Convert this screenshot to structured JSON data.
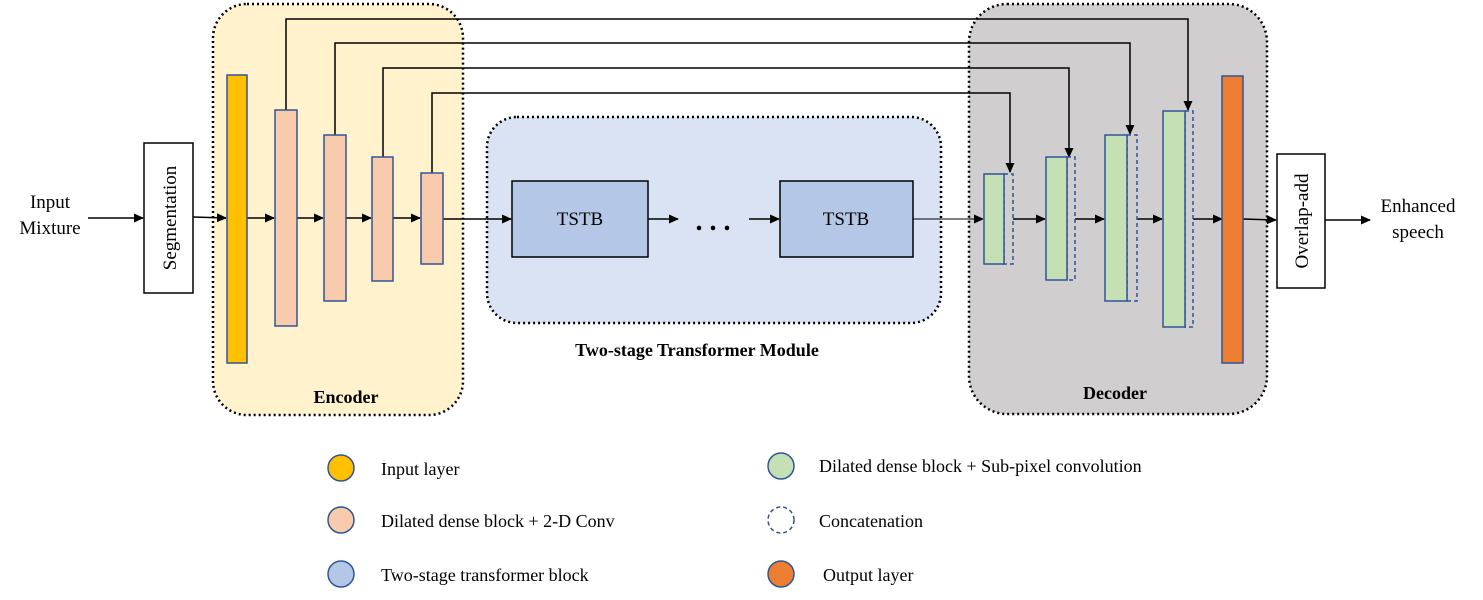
{
  "input_label_1": "Input",
  "input_label_2": "Mixture",
  "segmentation": "Segmentation",
  "encoder": "Encoder",
  "decoder": "Decoder",
  "module_title": "Two-stage Transformer Module",
  "tstb_first": "TSTB",
  "tstb_last": "TSTB",
  "ellipsis": ". . .",
  "overlap_add": "Overlap-add",
  "output_label_1": "Enhanced",
  "output_label_2": "speech",
  "colors": {
    "input_layer": "#ffc000",
    "encoder_block": "#f8cbad",
    "decoder_block": "#c5e0b4",
    "output_layer": "#ed7d31",
    "tstb": "#b4c7e7",
    "encoder_bg": "#fff2cc",
    "decoder_bg": "#d0cece",
    "module_bg": "#dae3f3",
    "block_border": "#2f5597"
  },
  "legend": [
    {
      "label": "Input layer",
      "color": "#ffc000",
      "style": "solid"
    },
    {
      "label": "Dilated dense block + 2-D Conv",
      "color": "#f8cbad",
      "style": "solid"
    },
    {
      "label": "Two-stage transformer block",
      "color": "#b4c7e7",
      "style": "solid"
    },
    {
      "label": "Dilated dense block + Sub-pixel convolution",
      "color": "#c5e0b4",
      "style": "solid"
    },
    {
      "label": "Concatenation",
      "color": "#ffffff",
      "style": "dashed"
    },
    {
      "label": "Output layer",
      "color": "#ed7d31",
      "style": "solid"
    }
  ]
}
